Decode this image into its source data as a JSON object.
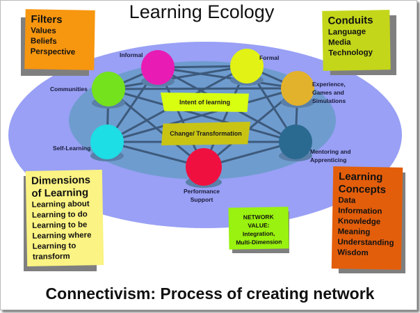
{
  "title": "Learning Ecology",
  "footer": "Connectivism: Process of creating network",
  "notes": {
    "filters": {
      "heading": "Filters",
      "items": [
        "Values",
        "Beliefs",
        "Perspective"
      ],
      "color": "#f7960f"
    },
    "conduits": {
      "heading": "Conduits",
      "items": [
        "Language",
        "Media",
        "Technology"
      ],
      "color": "#c3d61a"
    },
    "dimensions": {
      "heading": "Dimensions of Learning",
      "items": [
        "Learning about",
        "Learning to do",
        "Learning to be",
        "Learning where",
        "Learning to transform"
      ],
      "color": "#fbf383"
    },
    "concepts": {
      "heading": "Learning Concepts",
      "items": [
        "Data",
        "Information",
        "Knowledge",
        "Meaning",
        "Understanding",
        "Wisdom"
      ],
      "color": "#e35e0b"
    },
    "network_value": {
      "line1": "NETWORK",
      "line2": "VALUE:",
      "line3": "Integration,",
      "line4": "Multi-Dimension",
      "color": "#99f20f"
    }
  },
  "center": {
    "intent": "Intent of learning",
    "change": "Change/ Transformation"
  },
  "nodes": [
    {
      "label": "Informal",
      "color": "#e81cb4"
    },
    {
      "label": "Formal",
      "color": "#e2f214"
    },
    {
      "label": "Communities",
      "color": "#74e21c"
    },
    {
      "label": "Experience, Games and Simulations",
      "color": "#e3b22c"
    },
    {
      "label": "Self-Learning",
      "color": "#1ddde5"
    },
    {
      "label": "Mentoring and Apprenticing",
      "color": "#2b6a90"
    },
    {
      "label": "Performance Support",
      "color": "#ef1040"
    }
  ]
}
